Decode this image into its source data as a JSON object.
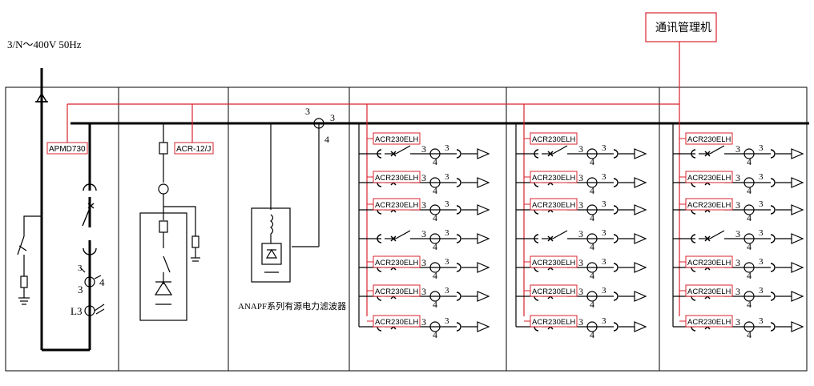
{
  "supply_label": "3/N～400V   50Hz",
  "comm_manager": "通讯管理机",
  "incoming_meter": "APMD730",
  "capacitor_meter": "ACR-12/J",
  "filter_caption": "ANAPF系列有源电力滤波器",
  "feeder_meter": "ACR230ELH",
  "ct_label_left": "3",
  "ct_label_right": "4",
  "ct_label_top": "3",
  "l3_label": "L3",
  "colors": {
    "comm_line": "#d9232e",
    "ink": "#000000"
  }
}
